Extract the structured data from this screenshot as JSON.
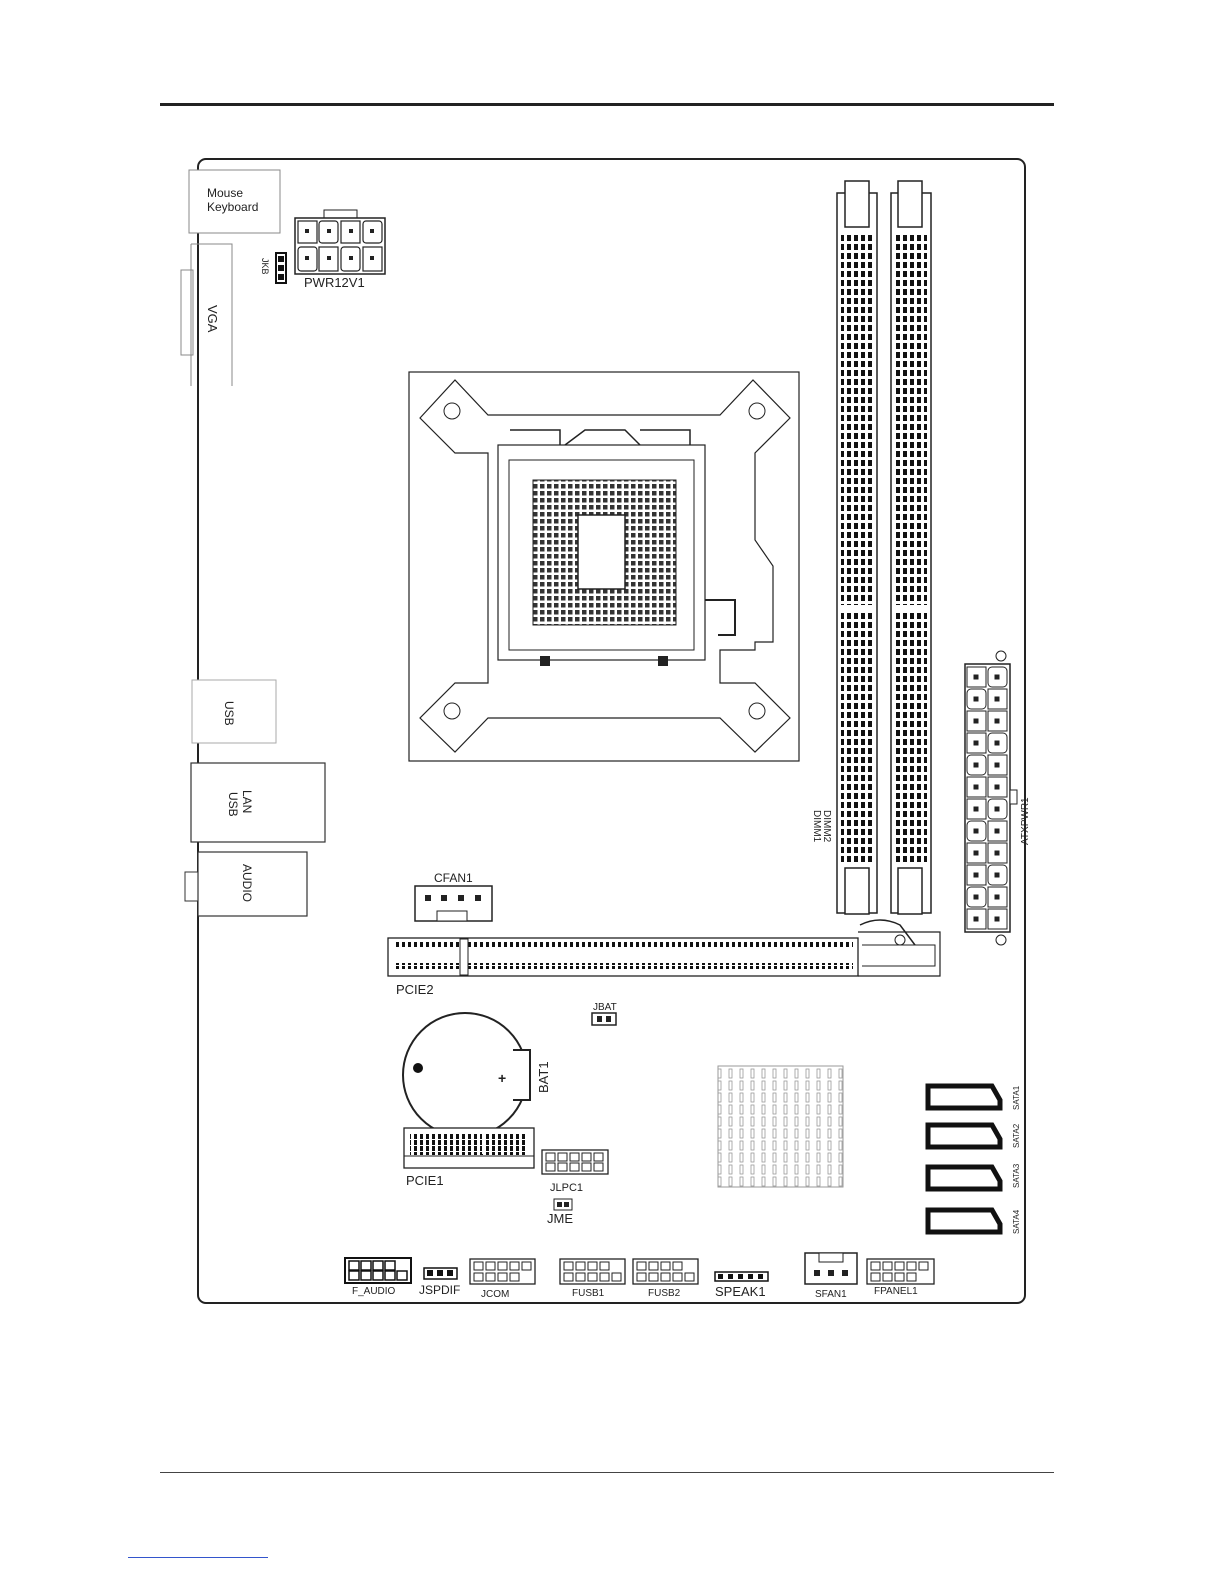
{
  "labels": {
    "mouse_keyboard_1": "Mouse",
    "mouse_keyboard_2": "Keyboard",
    "vga": "VGA",
    "jkb": "JKB",
    "pwr12v1": "PWR12V1",
    "usb": "USB",
    "lan": "LAN",
    "lan_usb": "USB",
    "audio": "AUDIO",
    "cfan1": "CFAN1",
    "pcie2": "PCIE2",
    "jbat": "JBAT",
    "bat1": "BAT1",
    "bat_plus": "+",
    "pcie1": "PCIE1",
    "jlpc1": "JLPC1",
    "jme": "JME",
    "dimm1": "DIMM1",
    "dimm2": "DIMM2",
    "atxpwr1": "ATXPWR1",
    "sata1": "SATA1",
    "sata2": "SATA2",
    "sata3": "SATA3",
    "sata4": "SATA4",
    "f_audio": "F_AUDIO",
    "jspdif": "JSPDIF",
    "jcom": "JCOM",
    "fusb1": "FUSB1",
    "fusb2": "FUSB2",
    "speak1": "SPEAK1",
    "sfan1": "SFAN1",
    "fpanel1": "FPANEL1"
  }
}
